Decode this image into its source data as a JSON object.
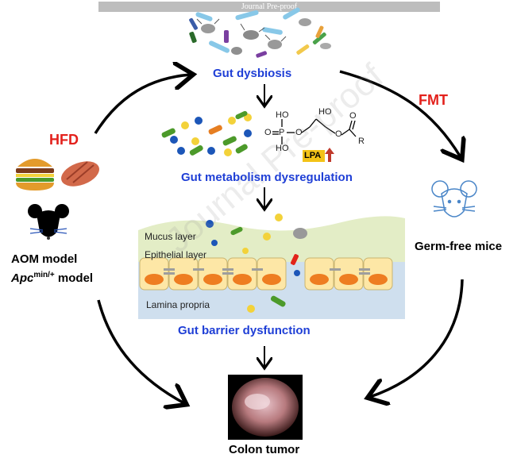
{
  "banner": "Journal Pre-proof",
  "watermark": "Journal Pre-proof",
  "labels": {
    "gut_dysbiosis": "Gut dysbiosis",
    "fmt": "FMT",
    "hfd": "HFD",
    "gut_metabolism": "Gut metabolism dysregulation",
    "germ_free": "Germ-free mice",
    "aom_model": "AOM model",
    "apc_prefix": "Apc",
    "apc_sup": "min/+",
    "apc_suffix": " model",
    "mucus_layer": "Mucus layer",
    "epithelial_layer": "Epithelial layer",
    "lamina_propria": "Lamina propria",
    "gut_barrier": "Gut barrier dysfunction",
    "colon_tumor": "Colon tumor"
  },
  "lpa": {
    "badge": "LPA",
    "atoms": {
      "ho1": "HO",
      "p": "P",
      "o_dbl": "O",
      "ho2": "HO",
      "o_link": "O",
      "oh": "HO",
      "o_ester": "O",
      "o_carbonyl": "O",
      "r": "R"
    }
  },
  "colors": {
    "blue_text": "#1f3fd6",
    "red_text": "#e3211c",
    "mucus": "#e3edc6",
    "cell": "#fde7a6",
    "nucleus": "#ee7d21",
    "lamina": "#cfdfee",
    "badge": "#f3c317",
    "arrow_up": "#c0392b"
  }
}
